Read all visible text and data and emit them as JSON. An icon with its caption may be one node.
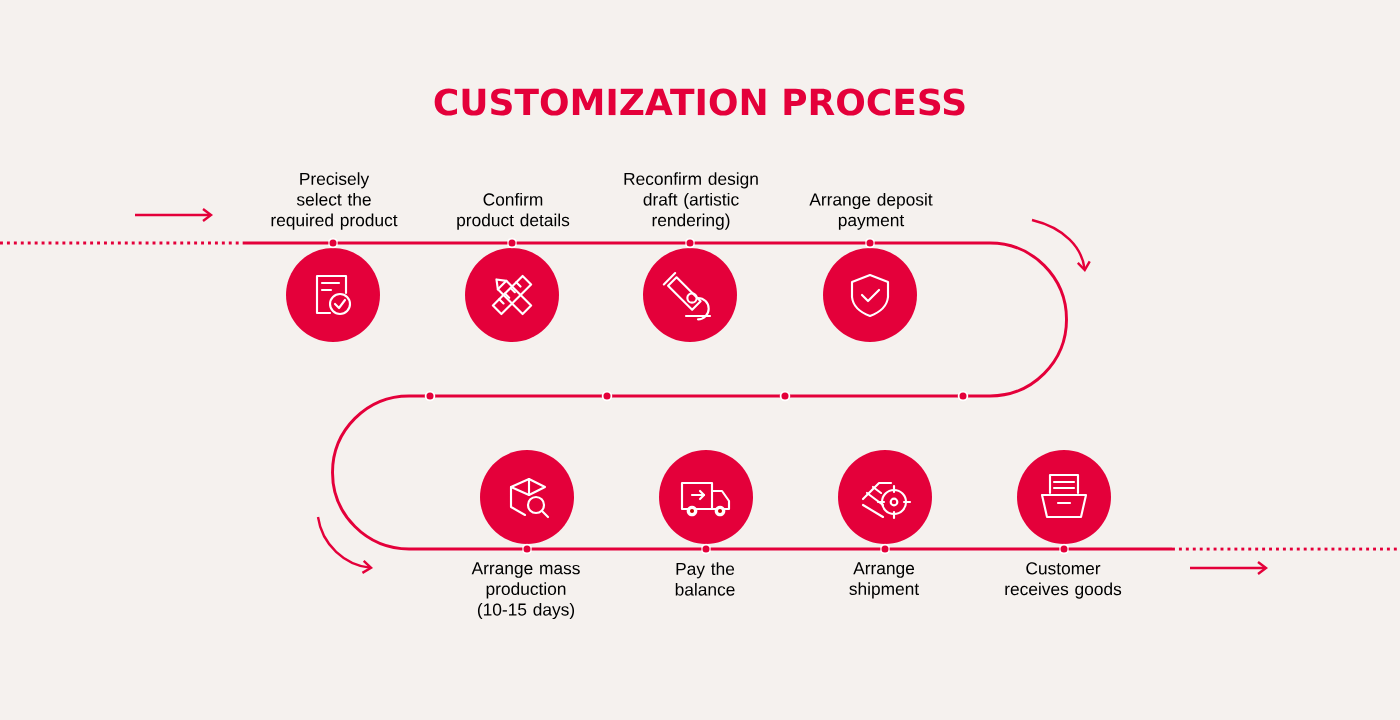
{
  "diagram": {
    "title": "CUSTOMIZATION PROCESS",
    "nodes": [
      {
        "text": [
          "Precisely select the required product"
        ]
      },
      {
        "text": [
          "Confirm product details"
        ]
      },
      {
        "text": [
          "Reconfirm design draft (artistic rendering)"
        ]
      },
      {
        "text": [
          "Arrange deposit payment"
        ]
      },
      {
        "text": [
          "Arrange mass production (10-15 days)"
        ]
      },
      {
        "text": [
          "Pay the balance"
        ]
      },
      {
        "text": [
          "Arrange shipment"
        ]
      },
      {
        "text": [
          "Customer receives goods"
        ]
      }
    ],
    "edges": [
      {
        "from": null,
        "to": 0,
        "arrow": "none"
      },
      {
        "from": 0,
        "to": 1,
        "arrow": "none"
      },
      {
        "from": 1,
        "to": 2,
        "arrow": "none"
      },
      {
        "from": 2,
        "to": 3,
        "arrow": "none"
      },
      {
        "from": 3,
        "to": 4,
        "arrow": "none"
      },
      {
        "from": 4,
        "to": 5,
        "arrow": "none"
      },
      {
        "from": 5,
        "to": 6,
        "arrow": "none"
      },
      {
        "from": 6,
        "to": 7,
        "arrow": "none"
      },
      {
        "from": 7,
        "to": null,
        "arrow": "none"
      }
    ]
  }
}
